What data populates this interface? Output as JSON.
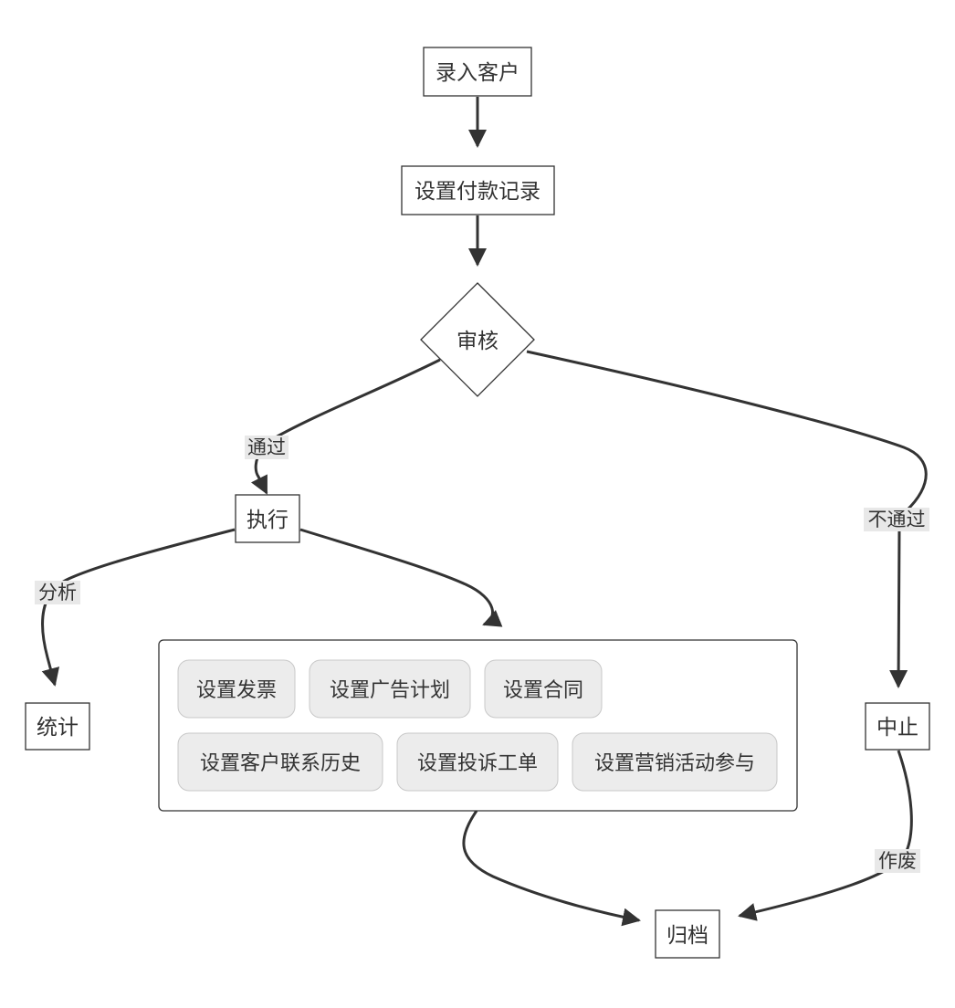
{
  "nodes": {
    "enter_customer": "录入客户",
    "set_payment": "设置付款记录",
    "review": "审核",
    "execute": "执行",
    "statistics": "统计",
    "terminate": "中止",
    "archive": "归档"
  },
  "edge_labels": {
    "pass": "通过",
    "fail": "不通过",
    "analyze": "分析",
    "void": "作废"
  },
  "group_items": [
    "设置发票",
    "设置广告计划",
    "设置合同",
    "设置客户联系历史",
    "设置投诉工单",
    "设置营销活动参与"
  ],
  "colors": {
    "line": "#333333",
    "label_bg": "#e8e8e8",
    "pill_bg": "#ececec",
    "pill_border": "#c8c8c8"
  }
}
